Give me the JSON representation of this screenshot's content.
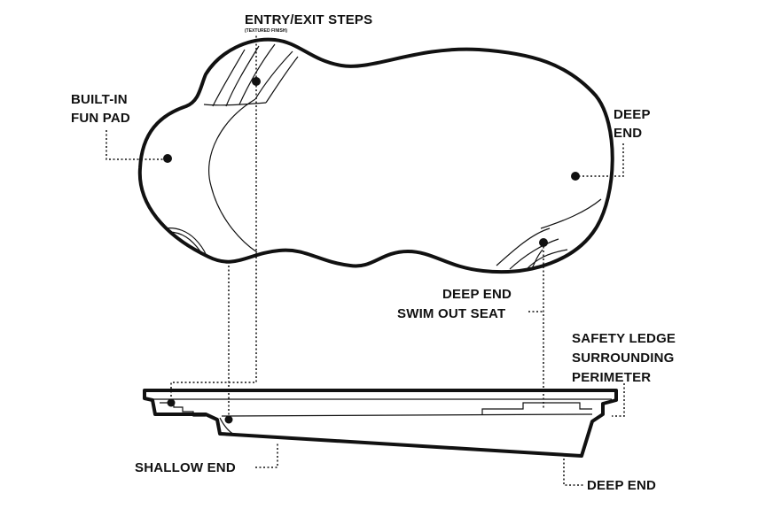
{
  "labels": {
    "entry_exit_steps": "ENTRY/EXIT STEPS",
    "textured_finish": "(TEXTURED FINISH)",
    "built_in_fun_pad_line1": "BUILT-IN",
    "built_in_fun_pad_line2": "FUN PAD",
    "deep_end_top_line1": "DEEP",
    "deep_end_top_line2": "END",
    "swim_out_seat_line1": "DEEP END",
    "swim_out_seat_line2": "SWIM OUT SEAT",
    "safety_ledge_line1": "SAFETY LEDGE",
    "safety_ledge_line2": "SURROUNDING",
    "safety_ledge_line3": "PERIMETER",
    "shallow_end": "SHALLOW END",
    "deep_end_bottom": "DEEP END"
  }
}
